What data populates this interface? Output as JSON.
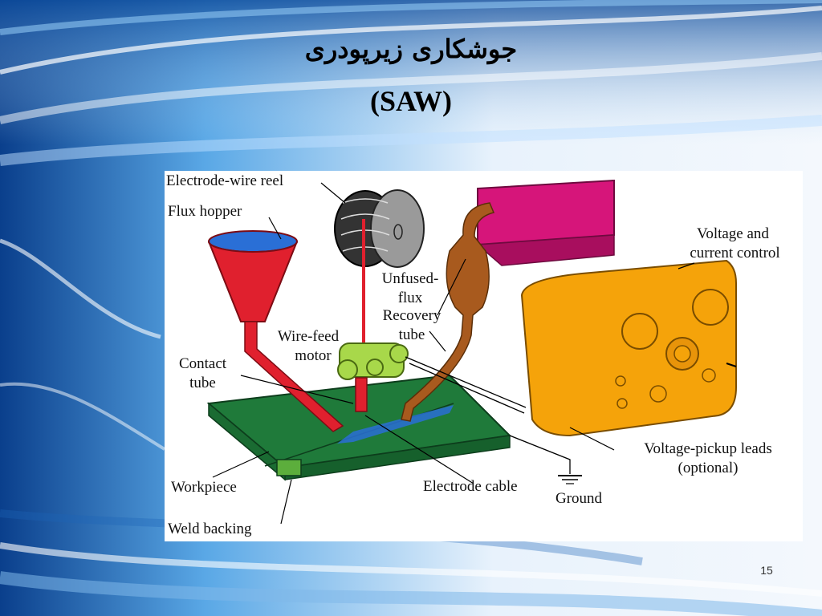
{
  "slide": {
    "title_fa": "جوشکاری زیرپودری",
    "title_en": "(SAW)",
    "page_number": "15"
  },
  "diagram": {
    "labels": {
      "electrode_wire_reel": "Electrode-wire reel",
      "flux_hopper": "Flux hopper",
      "unfused_flux_line1": "Unfused-",
      "unfused_flux_line2": "flux",
      "recovery_tube_line1": "Recovery",
      "recovery_tube_line2": "tube",
      "wire_feed_motor_line1": "Wire-feed",
      "wire_feed_motor_line2": "motor",
      "contact_tube_line1": "Contact",
      "contact_tube_line2": "tube",
      "voltage_control_line1": "Voltage and",
      "voltage_control_line2": "current control",
      "voltage_pickup_line1": "Voltage-pickup leads",
      "voltage_pickup_line2": "(optional)",
      "workpiece": "Workpiece",
      "electrode_cable": "Electrode cable",
      "ground": "Ground",
      "weld_backing": "Weld backing"
    },
    "colors": {
      "hopper": "#e0202e",
      "workpiece": "#1f7a3a",
      "control_box": "#f5a30a",
      "flux": "#2a6fd6",
      "recovery_tube": "#a85a1e",
      "motor": "#a8d84a",
      "power_box": "#d6157a"
    }
  }
}
